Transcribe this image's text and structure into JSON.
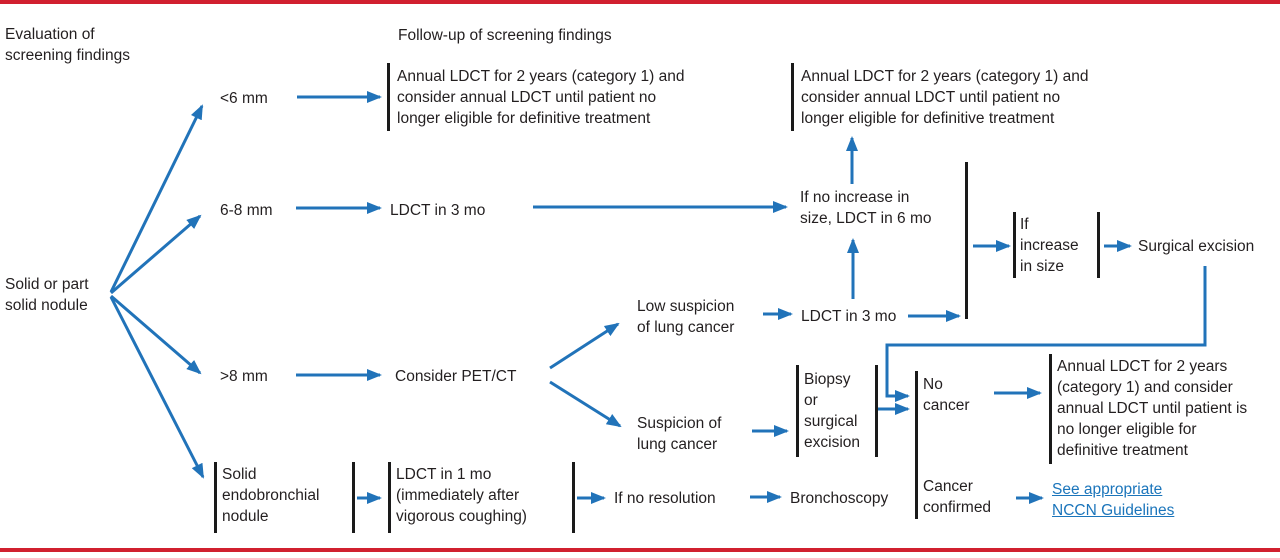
{
  "colors": {
    "accent_blue": "#2173b9",
    "rule_red": "#d1202f",
    "ink": "#231f20",
    "link_blue": "#1b75bb"
  },
  "headers": {
    "evaluation": "Evaluation of\nscreening findings",
    "followup": "Follow-up of screening findings"
  },
  "nodes": {
    "root": "Solid or part\nsolid nodule",
    "lt6mm": "<6 mm",
    "mm6to8": "6-8 mm",
    "gt8mm": ">8 mm",
    "annual_ldct_top_left": "Annual LDCT for 2 years (category 1) and\nconsider annual LDCT until patient no\nlonger eligible for definitive treatment",
    "annual_ldct_top_right": "Annual LDCT for 2 years (category 1) and\nconsider annual LDCT until patient no\nlonger eligible for definitive treatment",
    "ldct_3mo_a": "LDCT in 3 mo",
    "if_no_increase": "If no increase in\nsize, LDCT in 6 mo",
    "if_increase": "If\nincrease\nin size",
    "surgical_excision": "Surgical excision",
    "low_suspicion": "Low suspicion\nof lung cancer",
    "ldct_3mo_b": "LDCT in 3 mo",
    "consider_petct": "Consider PET/CT",
    "suspicion": "Suspicion of\nlung cancer",
    "biopsy_or_excision": "Biopsy\nor\nsurgical\nexcision",
    "no_cancer": "No\ncancer",
    "annual_ldct_right": "Annual LDCT for 2 years\n(category 1) and consider\nannual LDCT until patient is\nno longer eligible for\ndefinitive treatment",
    "cancer_confirmed": "Cancer\nconfirmed",
    "see_nccn_guidelines": "See appropriate\nNCCN Guidelines",
    "solid_endobronchial": "Solid\nendobronchial\nnodule",
    "ldct_1mo": "LDCT in 1 mo\n(immediately after\nvigorous coughing)",
    "if_no_resolution": "If no resolution",
    "bronchoscopy": "Bronchoscopy"
  }
}
